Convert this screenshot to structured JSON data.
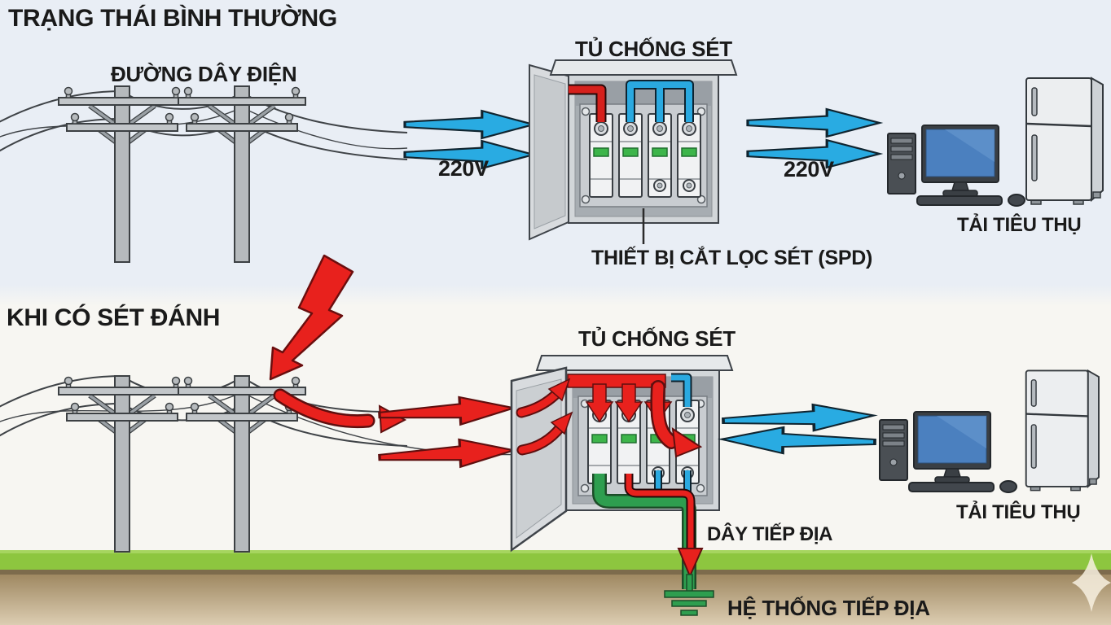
{
  "top_section": {
    "title": "TRẠNG THÁI BÌNH THƯỜNG",
    "power_line_label": "ĐƯỜNG DÂY ĐIỆN",
    "cabinet_label": "TỦ CHỐNG SÉT",
    "input_voltage_label": "220V",
    "output_voltage_label": "220V",
    "spd_device_label": "THIẾT BỊ CẮT LỌC SÉT (SPD)",
    "load_label": "TẢI TIÊU THỤ"
  },
  "bottom_section": {
    "title": "KHI CÓ SÉT ĐÁNH",
    "cabinet_label": "TỦ CHỐNG SÉT",
    "load_label": "TẢI TIÊU THỤ",
    "ground_wire_label": "DÂY TIẾP ĐỊA",
    "ground_system_label": "HỆ THỐNG TIẾP ĐỊA"
  },
  "colors": {
    "surge_red": "#e8211d",
    "power_blue": "#29abe2",
    "ground_green": "#2e9e4f",
    "indicator_green": "#3db54a",
    "grass_green": "#8dc63f",
    "soil_brown": "#b49a72",
    "sky_blue": "#e9eef5",
    "text_dark": "#1a1a1a"
  }
}
